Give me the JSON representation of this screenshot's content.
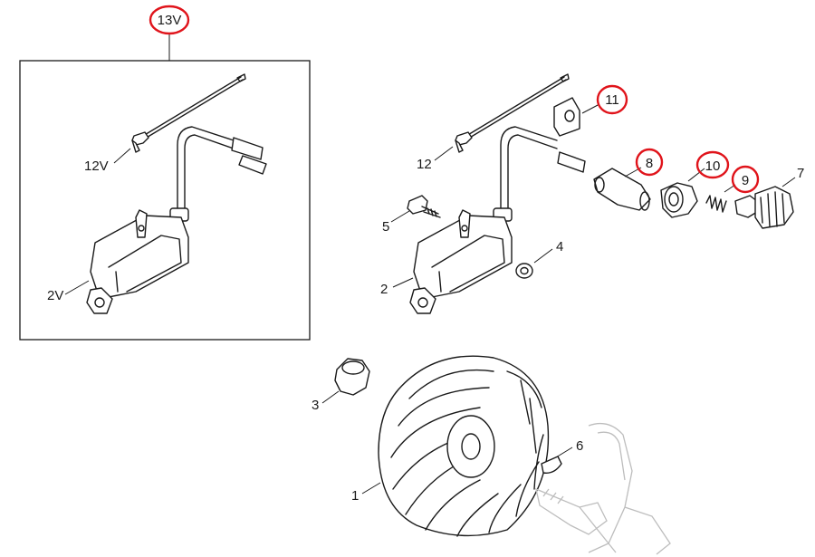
{
  "highlight_color": "#e0141b",
  "kit": {
    "label": "13V"
  },
  "callouts": {
    "p1": "1",
    "p2": "2",
    "p2v": "2V",
    "p3": "3",
    "p4": "4",
    "p5": "5",
    "p6": "6",
    "p7": "7",
    "p8": "8",
    "p9": "9",
    "p10": "10",
    "p11": "11",
    "p12": "12",
    "p12v": "12V"
  },
  "highlighted": [
    "13V",
    "11",
    "8",
    "10",
    "9"
  ]
}
